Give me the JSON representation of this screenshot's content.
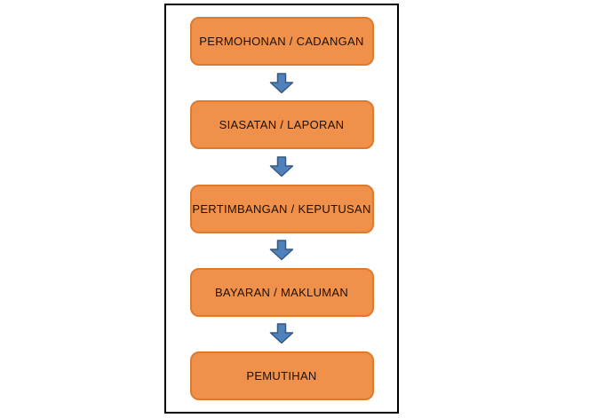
{
  "flowchart": {
    "steps": [
      {
        "label": "PERMOHONAN / CADANGAN"
      },
      {
        "label": "SIASATAN / LAPORAN"
      },
      {
        "label": "PERTIMBANGAN / KEPUTUSAN"
      },
      {
        "label": "BAYARAN / MAKLUMAN"
      },
      {
        "label": "PEMUTIHAN"
      }
    ],
    "colors": {
      "background": "#FFFFFF",
      "frame_border": "#000000",
      "box_fill": "#F0914B",
      "box_border": "#DE7A2D",
      "text": "#200F02",
      "arrow_fill": "#4F81BD",
      "arrow_border": "#36597D"
    }
  }
}
